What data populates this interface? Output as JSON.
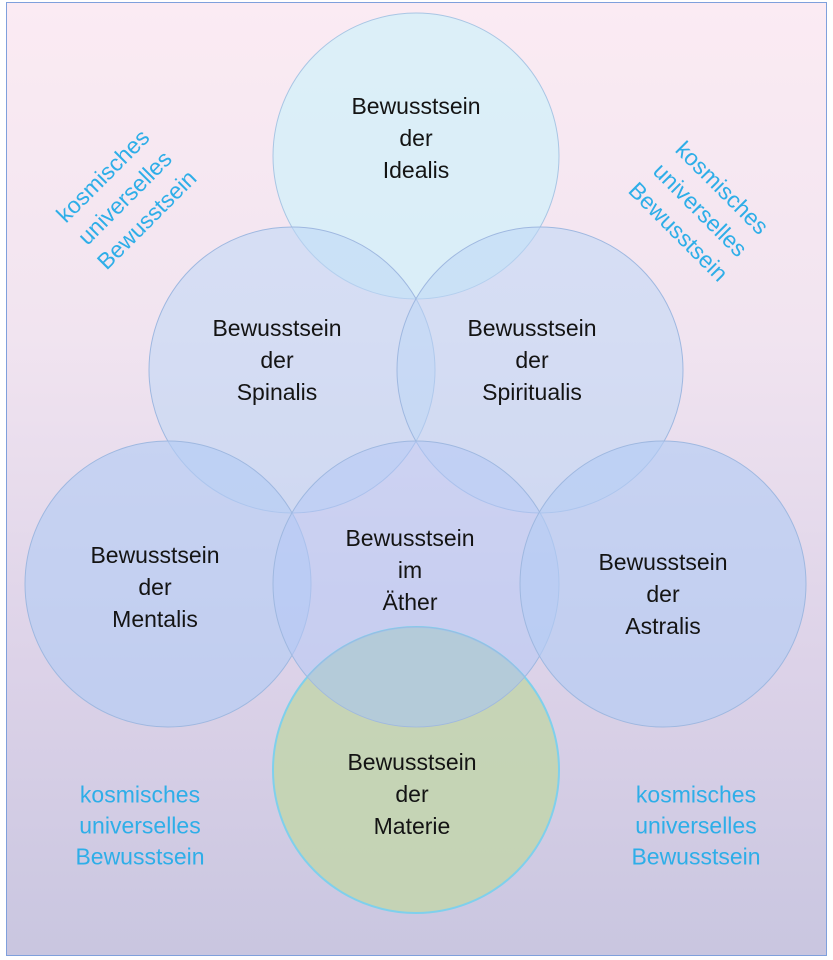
{
  "diagram": {
    "type": "venn-like circle arrangement",
    "circles": [
      {
        "id": "idealis",
        "lines": [
          "Bewusstsein",
          "der",
          "Idealis"
        ],
        "fill": "#dff3f8"
      },
      {
        "id": "spinalis",
        "lines": [
          "Bewusstsein",
          "der",
          "Spinalis"
        ],
        "fill": "#d6e3f2"
      },
      {
        "id": "spiritualis",
        "lines": [
          "Bewusstsein",
          "der",
          "Spiritualis"
        ],
        "fill": "#d6e3f2"
      },
      {
        "id": "mentalis",
        "lines": [
          "Bewusstsein",
          "der",
          "Mentalis"
        ],
        "fill": "#c3d5f0"
      },
      {
        "id": "aether",
        "lines": [
          "Bewusstsein",
          "im",
          "Äther"
        ],
        "fill": "#c7d0f0"
      },
      {
        "id": "astralis",
        "lines": [
          "Bewusstsein",
          "der",
          "Astralis"
        ],
        "fill": "#c3d5f0"
      },
      {
        "id": "materie",
        "lines": [
          "Bewusstsein",
          "der",
          "Materie"
        ],
        "fill": "#c4d2b6"
      }
    ],
    "corner_labels": [
      {
        "id": "top-left",
        "lines": [
          "kosmisches",
          "universelles",
          "Bewusstsein"
        ]
      },
      {
        "id": "top-right",
        "lines": [
          "kosmisches",
          "universelles",
          "Bewusstsein"
        ]
      },
      {
        "id": "bottom-left",
        "lines": [
          "kosmisches",
          "universelles",
          "Bewusstsein"
        ]
      },
      {
        "id": "bottom-right",
        "lines": [
          "kosmisches",
          "universelles",
          "Bewusstsein"
        ]
      }
    ],
    "colors": {
      "label_text": "#141414",
      "cosmic_text": "#2eaee8",
      "circle_stroke": "#9fb8e0",
      "materie_stroke": "#7fd0ec",
      "frame_border": "#7fa0dc"
    }
  }
}
